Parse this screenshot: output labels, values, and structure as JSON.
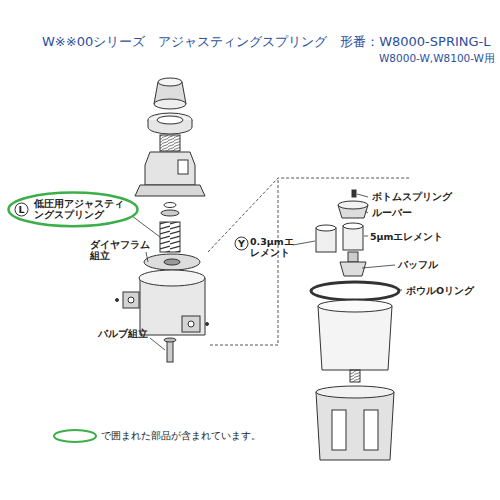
{
  "diagram": {
    "title": "W※※00シリーズ　アジャスティングスプリング　形番：W8000-SPRING-L",
    "nodes": [
      {
        "text": [
          "低圧用アジャスティングスプリング"
        ]
      },
      {
        "text": [
          "L"
        ],
        "in": 0
      },
      {
        "text": [
          "Y"
        ]
      }
    ],
    "labels": [
      "W8000-W,W8100-W用",
      "ダイヤフラム組立",
      "バルブ組立",
      "ボトムスプリング",
      "ルーバー",
      "5μmエレメント",
      "0.3μmエレメント",
      "バッフル",
      "ボウルOリング"
    ],
    "legend": [
      {
        "text": "で囲まれた部品が含まれています。"
      }
    ]
  }
}
